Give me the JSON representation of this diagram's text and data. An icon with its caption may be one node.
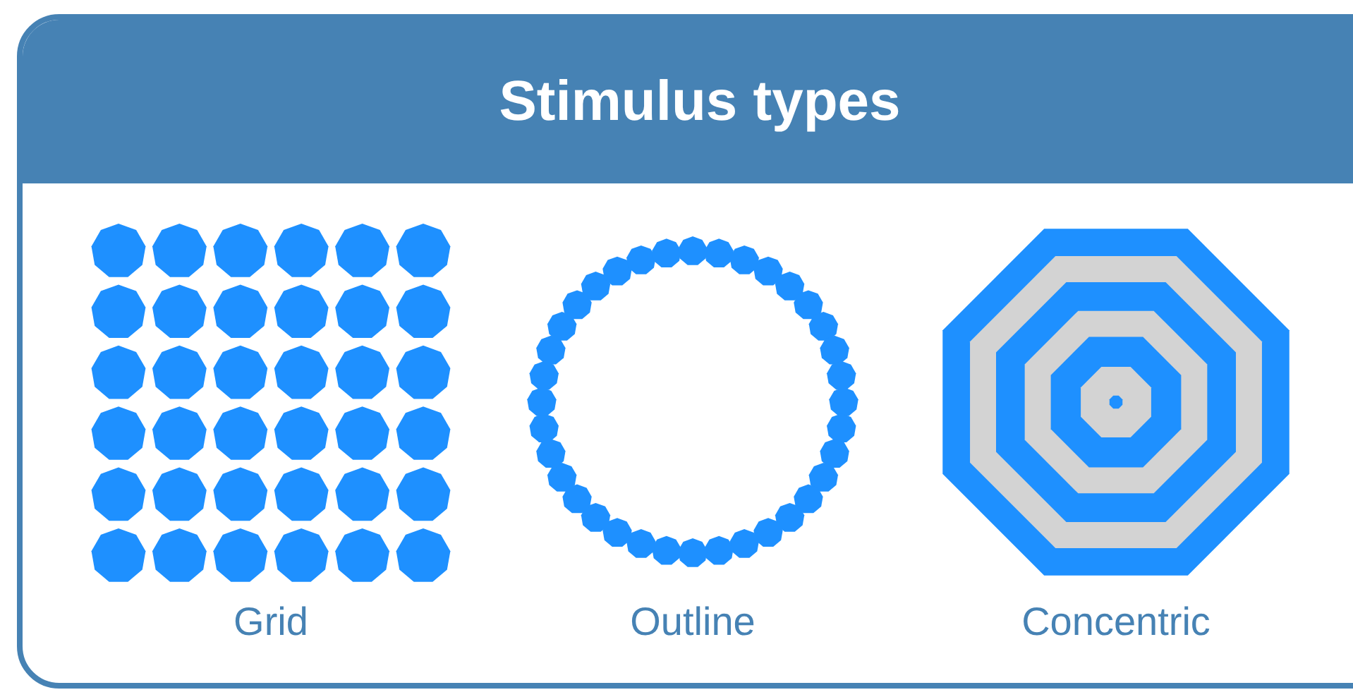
{
  "diagram": {
    "title": "Stimulus types",
    "labels": [
      "Grid",
      "Outline",
      "Concentric"
    ]
  }
}
